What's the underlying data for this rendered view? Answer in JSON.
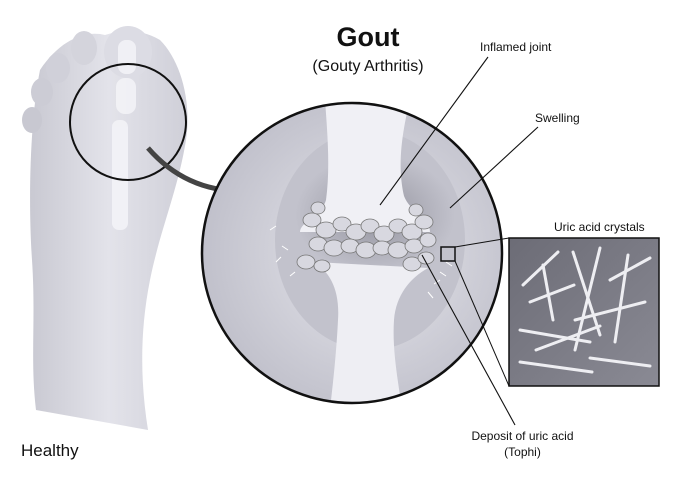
{
  "title": "Gout",
  "subtitle": "(Gouty Arthritis)",
  "labels": {
    "inflamed_joint": "Inflamed joint",
    "swelling": "Swelling",
    "uric_acid_crystals": "Uric acid crystals",
    "deposit_line1": "Deposit of uric acid",
    "deposit_line2": "(Tophi)",
    "healthy": "Healthy"
  },
  "colors": {
    "background": "#ffffff",
    "skin": "#d9d9e0",
    "bone": "#f2f2f6",
    "crystal_panel": "#7b7b85",
    "outline": "#111111"
  }
}
